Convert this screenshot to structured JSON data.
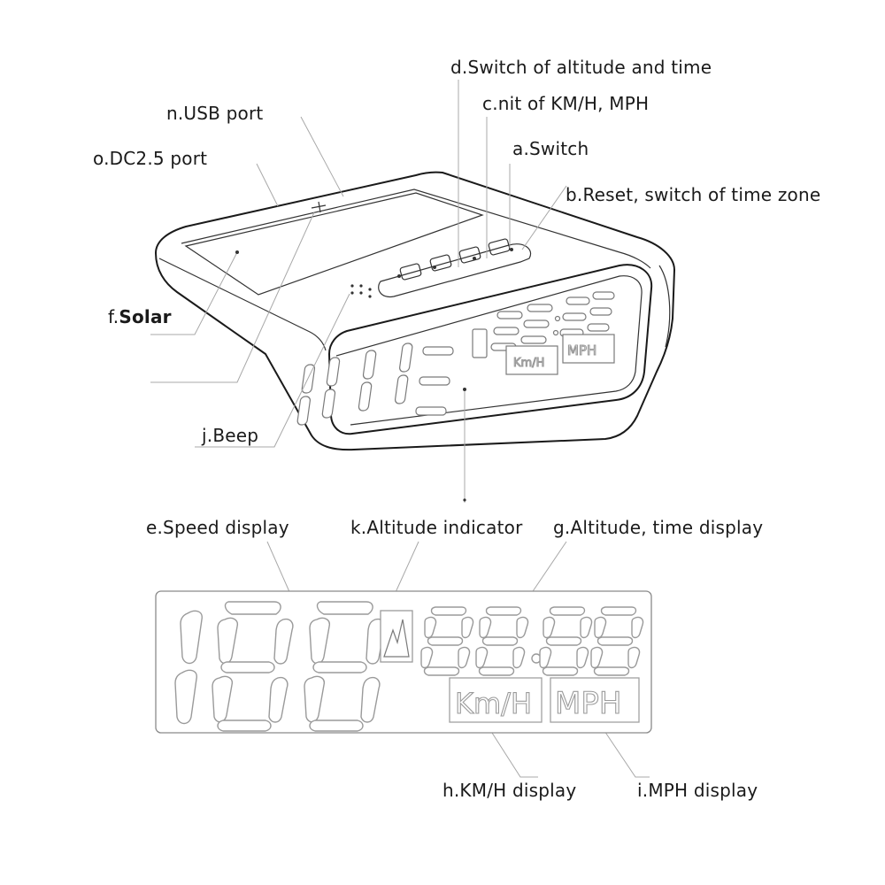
{
  "labels": {
    "d": "d.Switch of altitude and time",
    "c": "c.nit of KM/H, MPH",
    "a": "a.Switch",
    "b": "b.Reset, switch of time zone",
    "n": "n.USB port",
    "o": "o.DC2.5 port",
    "f_prefix": "f.",
    "f_bold": "Solar",
    "j": "j.Beep",
    "e": "e.Speed display",
    "k": "k.Altitude indicator",
    "g": "g.Altitude, time display",
    "h": "h.KM/H display",
    "i": "i.MPH display"
  },
  "display": {
    "speed_digits": [
      "1",
      "8",
      "8"
    ],
    "altitude_time_digits": [
      "8",
      "8",
      ":",
      "8",
      "8"
    ],
    "kmh_label": "Km/H",
    "mph_label": "MPH"
  },
  "colors": {
    "line": "#1a1a1a",
    "segment_stroke": "#9a9a9a",
    "leader": "#a8a8a8"
  }
}
